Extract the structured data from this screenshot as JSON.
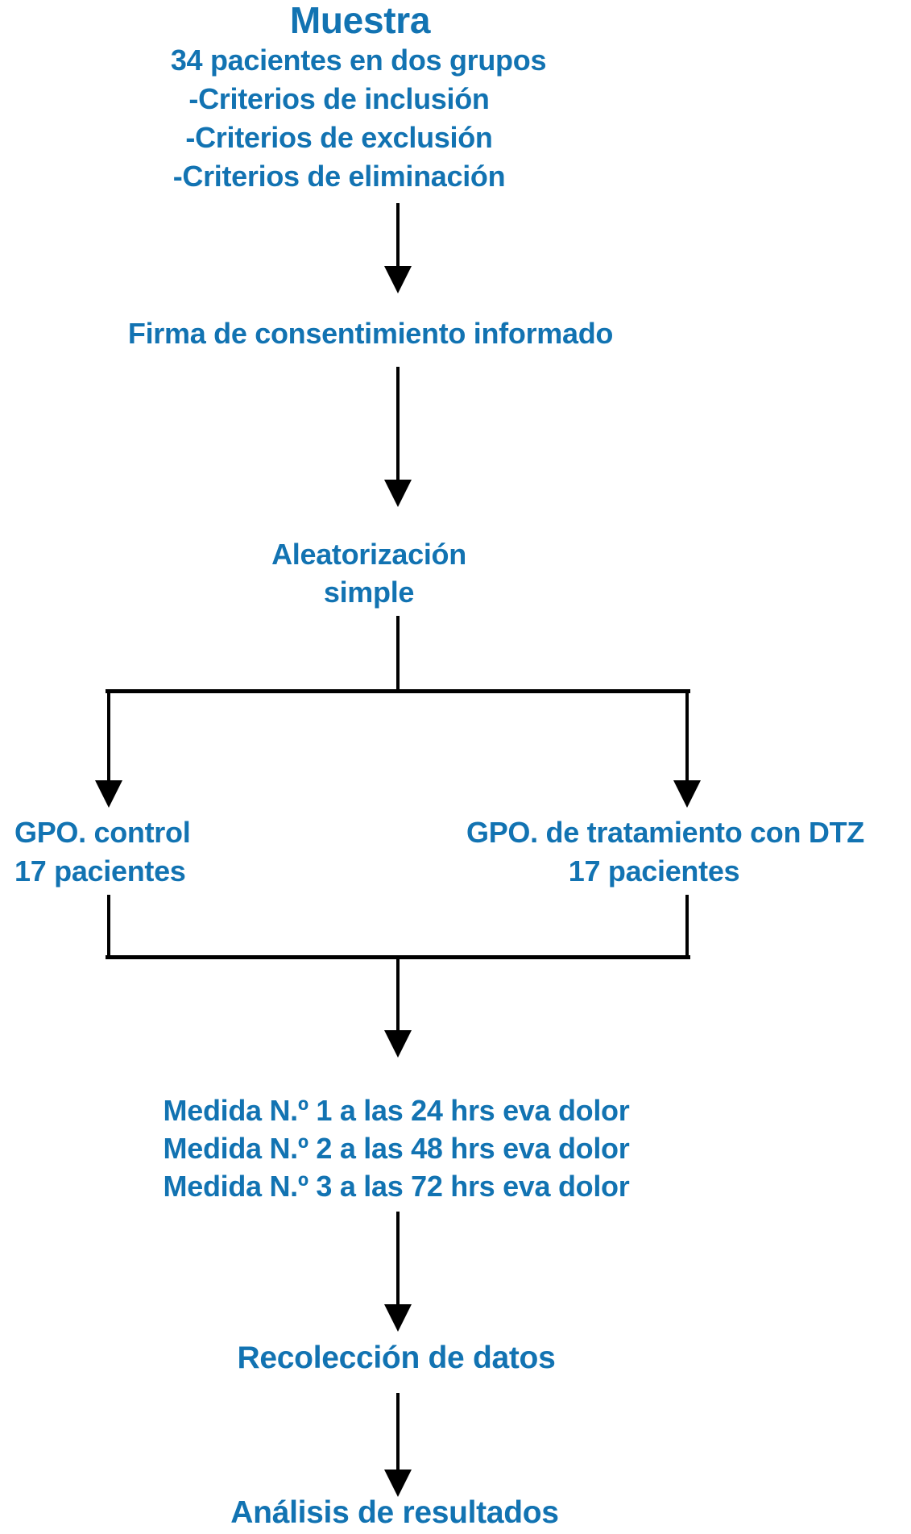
{
  "flowchart": {
    "colors": {
      "text": "#1273B2",
      "lines": "#000000"
    },
    "sample_block": {
      "title": "Muestra",
      "subtitle": "34 pacientes en dos grupos",
      "criteria": [
        "-Criterios de inclusión",
        "-Criterios de exclusión",
        "-Criterios de eliminación"
      ]
    },
    "consent": "Firma de consentimiento informado",
    "randomization": {
      "line1": "Aleatorización",
      "line2": "simple"
    },
    "group_left": {
      "name": "GPO. control",
      "size": "17 pacientes"
    },
    "group_right": {
      "name": "GPO. de tratamiento con DTZ",
      "size": "17 pacientes"
    },
    "measures": [
      "Medida N.º 1 a las 24 hrs eva dolor",
      "Medida N.º 2 a las 48 hrs eva dolor",
      "Medida N.º 3 a las 72 hrs eva dolor"
    ],
    "data_collection": "Recolección de datos",
    "analysis": "Análisis de resultados"
  }
}
